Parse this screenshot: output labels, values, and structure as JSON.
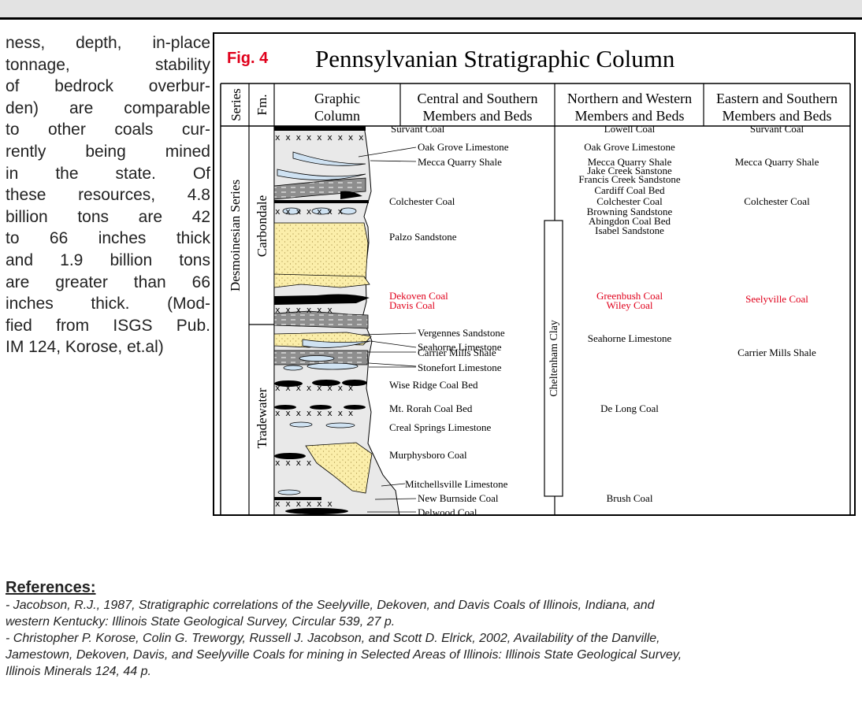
{
  "body_text": {
    "lines": [
      "ness, depth, in-place",
      "tonnage,     stability",
      "of bedrock overbur-",
      "den) are comparable",
      "to other coals cur-",
      "rently being mined",
      "in   the   state.    Of",
      "these resources, 4.8",
      "billion tons are 42",
      "to 66 inches thick",
      "and 1.9 billion tons",
      "are greater than 66",
      "inches thick. (Mod-",
      "fied from ISGS Pub.",
      "IM 124, Korose, et.al)"
    ]
  },
  "figure": {
    "label": "Fig. 4",
    "title": "Pennsylvanian Stratigraphic Column",
    "headers": {
      "series": "Series",
      "fm": "Fm.",
      "graphic_1": "Graphic",
      "graphic_2": "Column",
      "central_1": "Central and Southern",
      "central_2": "Members and Beds",
      "northern_1": "Northern and Western",
      "northern_2": "Members and Beds",
      "eastern_1": "Eastern and Southern",
      "eastern_2": "Members and Beds"
    },
    "series_label": "Desmoinesian Series",
    "formations": [
      "Carbondale",
      "Tradewater"
    ],
    "cheltenham": "Cheltenham Clay",
    "central_units": [
      "Survant Coal",
      "Oak Grove Limestone",
      "Mecca Quarry Shale",
      "Colchester Coal",
      "Palzo Sandstone",
      "Dekoven Coal",
      "Davis Coal",
      "Vergennes Sandstone",
      "Seahorne Limestone",
      "Carrier Mills Shale",
      "Stonefort Limestone",
      "Wise Ridge Coal Bed",
      "Mt. Rorah Coal Bed",
      "Creal Springs Limestone",
      "Murphysboro Coal",
      "Mitchellsville Limestone",
      "New Burnside Coal",
      "Delwood Coal"
    ],
    "northern_units": [
      "Lowell Coal",
      "Oak Grove Limestone",
      "Mecca Quarry Shale",
      "Jake Creek Sanstone",
      "Francis Creek Sandstone",
      "Cardiff Coal Bed",
      "Colchester Coal",
      "Browning Sandstone",
      "Abingdon Coal Bed",
      "Isabel Sandstone",
      "Greenbush Coal",
      "Wiley Coal",
      "Seahorne Limestone",
      "De Long Coal",
      "Brush Coal"
    ],
    "eastern_units": [
      "Survant Coal",
      "Mecca Quarry Shale",
      "Colchester Coal",
      "Seelyville Coal",
      "Carrier Mills Shale"
    ],
    "colors": {
      "highlight": "#e0001b",
      "sandstone": "#fbeeaa",
      "limestone": "#cfe2f2",
      "shale": "#8e8e8e",
      "column_bg": "#e9e9e9"
    }
  },
  "references": {
    "heading": "References:",
    "lines": [
      "- Jacobson, R.J., 1987, Stratigraphic correlations of the Seelyville, Dekoven, and Davis Coals of Illinois, Indiana, and",
      "western Kentucky: Illinois State Geological Survey, Circular 539, 27 p.",
      "- Christopher P. Korose, Colin G. Treworgy, Russell J. Jacobson, and Scott D. Elrick, 2002, Availability of the Danville,",
      "Jamestown, Dekoven, Davis, and Seelyville Coals for mining in Selected Areas of Illinois: Illinois State Geological Survey,",
      "Illinois Minerals 124, 44 p."
    ]
  }
}
